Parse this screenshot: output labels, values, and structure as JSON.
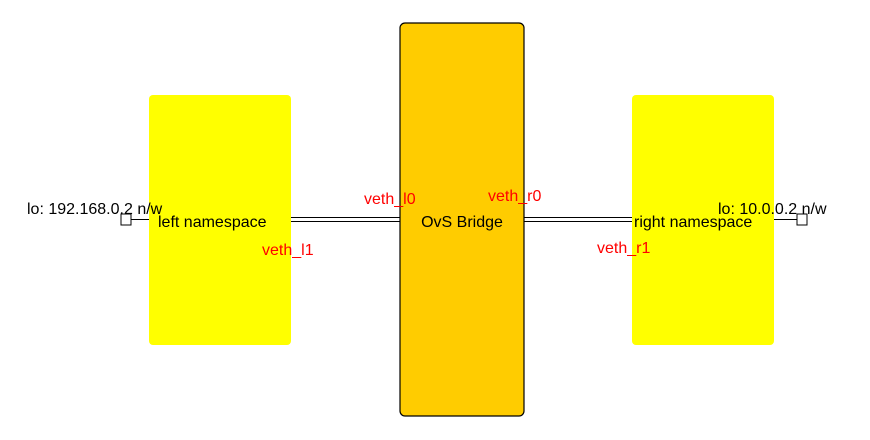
{
  "diagram": {
    "colors": {
      "namespace_fill": "#ffff00",
      "bridge_fill": "#ffcc00",
      "bridge_stroke": "#000000",
      "interface_label": "#ff0000",
      "text": "#000000",
      "link": "#000000"
    },
    "left_namespace": {
      "label": "left namespace"
    },
    "bridge": {
      "label": "OvS Bridge"
    },
    "right_namespace": {
      "label": "right namespace"
    },
    "left_lo": {
      "label": "lo: 192.168.0.2 n/w"
    },
    "right_lo": {
      "label": "lo: 10.0.0.2 n/w"
    },
    "interfaces": {
      "veth_l0": "veth_l0",
      "veth_l1": "veth_l1",
      "veth_r0": "veth_r0",
      "veth_r1": "veth_r1"
    }
  }
}
